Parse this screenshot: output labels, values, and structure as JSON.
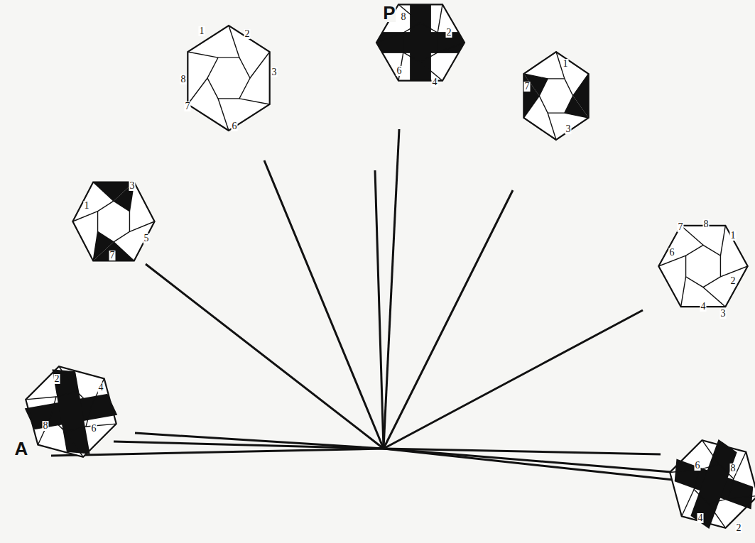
{
  "diagram": {
    "labels": [
      "1",
      "2",
      "3",
      "8",
      "7",
      "6",
      "P",
      "8",
      "2",
      "6",
      "4",
      "1",
      "7",
      "3",
      "3",
      "1",
      "5",
      "7",
      "7",
      "8",
      "1",
      "6",
      "2",
      "4",
      "3",
      "2",
      "4",
      "8",
      "6",
      "A",
      "6",
      "8",
      "4",
      "2"
    ]
  }
}
